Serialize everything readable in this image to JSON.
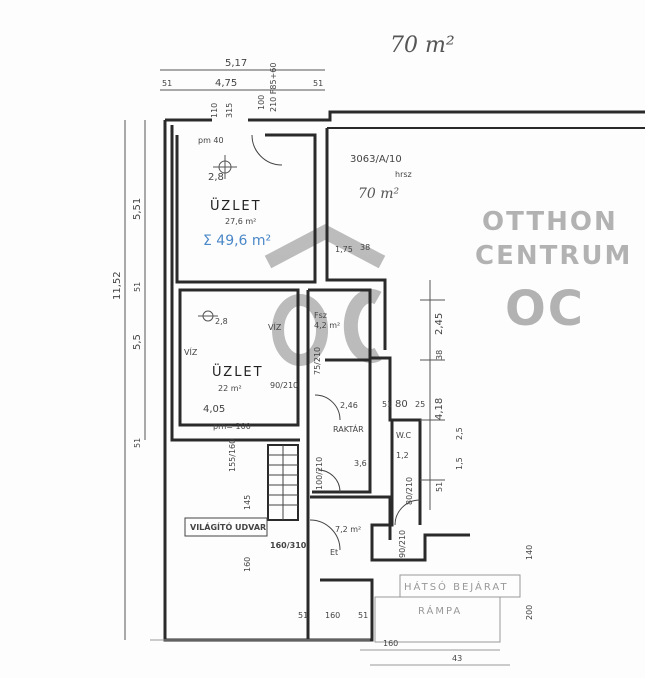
{
  "header": {
    "area_note": "70 m²"
  },
  "dimensions": {
    "top_total": "5,17",
    "top_inner": "4,75",
    "top_left": "51",
    "top_right": "51",
    "door_top_a": "100",
    "door_top_b": "210 F85+60",
    "window_a": "110",
    "window_b": "315",
    "parapet": "pm 40",
    "left_total": "11,52",
    "left_upper": "5,51",
    "left_mid": "51",
    "left_lower": "5,5",
    "left_bottom": "51",
    "width_lower": "4,05",
    "hall_width": "2,46",
    "right_a": "2,45",
    "right_b": "38",
    "right_total": "4,18",
    "right_c": "2,5",
    "right_d": "1,5",
    "right_e": "51",
    "col_51": "51",
    "col_80": "80",
    "col_25": "25",
    "neighbor_175": "1,75",
    "neighbor_38": "38",
    "door_90_210": "90/210",
    "door_75_210": "75/210",
    "door_100_210": "100/210",
    "door_80_210": "80/210",
    "door_90_210b": "90/210",
    "window_155_160": "155/160",
    "court_145": "145",
    "court_160": "160",
    "ent_door": "160/310",
    "bottom_51a": "51",
    "bottom_160": "160",
    "bottom_51b": "51",
    "bottom_160b": "160",
    "bottom_43": "43",
    "ramp_200": "200",
    "ramp_140": "140",
    "parapet_low": "prn= 100"
  },
  "rooms": {
    "shop1": {
      "name": "ÜZLET",
      "area": "27,6 m²",
      "height": "2,8"
    },
    "total": "Σ 49,6 m²",
    "shop2": {
      "name": "ÜZLET",
      "area": "22 m²",
      "height": "2,8",
      "water_a": "VÍZ",
      "water_b": "VÍZ"
    },
    "kitchen": {
      "name": "Fsz",
      "area": "4,2 m²"
    },
    "storage": {
      "name": "RAKTÁR",
      "height": "3,6"
    },
    "wc": {
      "name": "W.C",
      "area": "1,2"
    },
    "entrance": {
      "area": "7,2 m²",
      "name": "Et"
    },
    "neighbor": {
      "id": "3063/A/10",
      "sub": "hrsz",
      "area": "70 m²"
    },
    "courtyard": "VILÁGÍTÓ UDVAR",
    "rear_entrance": "HÁTSÓ BEJÁRAT",
    "ramp": "RÁMPA"
  },
  "watermark": {
    "logo": "OC",
    "line1": "OTTHON",
    "line2": "CENTRUM"
  },
  "colors": {
    "wall": "#2a2a2a",
    "accent": "#4a88c8",
    "watermark": "#9a9a9a"
  }
}
